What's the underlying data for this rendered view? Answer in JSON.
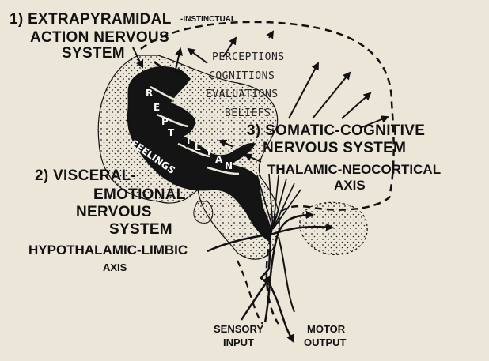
{
  "labels": {
    "extrapyramidal_l1": "1) EXTRAPYRAMIDAL",
    "extrapyramidal_l2": "ACTION NERVOUS",
    "extrapyramidal_l3": "SYSTEM",
    "instinctual": "-INSTINCTUAL",
    "perceptions": "PERCEPTIONS",
    "cognitions": "COGNITIONS",
    "evaluations": "EVALUATIONS",
    "beliefs": "BELIEFS",
    "somatic_l1": "3) SOMATIC-COGNITIVE",
    "somatic_l2": "NERVOUS SYSTEM",
    "thalamic_l1": "THALAMIC-NEOCORTICAL",
    "thalamic_l2": "AXIS",
    "visceral_l1": "2) VISCERAL-",
    "visceral_l2": "EMOTIONAL",
    "visceral_l3": "NERVOUS",
    "visceral_l4": "SYSTEM",
    "hypothalamic_l1": "HYPOTHALAMIC-LIMBIC",
    "hypothalamic_l2": "AXIS",
    "feelings": "FEELINGS",
    "sensory_l1": "SENSORY",
    "sensory_l2": "INPUT",
    "motor_l1": "MOTOR",
    "motor_l2": "OUTPUT"
  },
  "reptilian_letters": [
    "R",
    "E",
    "P",
    "T",
    "I",
    "L",
    "I",
    "A",
    "N"
  ],
  "colors": {
    "ink": "#111111",
    "paper": "#ebe6d8"
  }
}
